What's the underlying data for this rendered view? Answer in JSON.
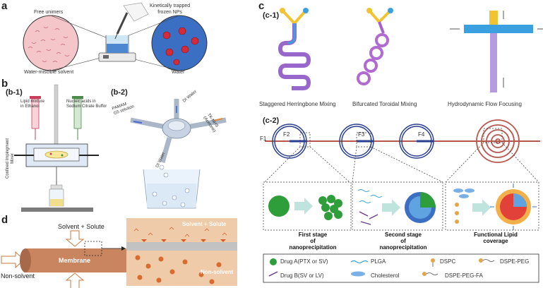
{
  "panels": {
    "a": {
      "letter": "a",
      "left_label": "Free unimers",
      "right_label": "Kinetically trapped\nfrozen NPs",
      "left_bottom": "Water-miscible solvent",
      "right_bottom": "Water"
    },
    "b": {
      "letter": "b",
      "b1": {
        "tag": "(b-1)",
        "lipid": "Lipid mixture\nin Ethanol",
        "nucleic": "Nucleic acids in\nSodium Citrate Buffor",
        "mixer": "Confined Impingment\nMixer"
      },
      "b2": {
        "tag": "(b-2)",
        "di_water_top": "DI Water",
        "pamam": "PAMAM\nG5 solution",
        "tk_nhs": "TK-NHS\n(Acetone)",
        "di_water_bottom": "DI Water"
      }
    },
    "c": {
      "letter": "c",
      "c1": {
        "tag": "(c-1)",
        "mix1": "Staggered Herringbone Mixing",
        "mix2": "Bifurcated Toroidal Mixing",
        "mix3": "Hydrodynamic Flow Focusing"
      },
      "c2": {
        "tag": "(c-2)",
        "f1": "F1",
        "f2": "F2",
        "f3": "F3",
        "f4": "F4",
        "stage1": "First stage\nof\nnanoprecipitation",
        "stage2": "Second stage\nof\nnanoprecipitation",
        "stage3": "Functional Lipid\ncoverage"
      },
      "legend": {
        "drug_a": "Drug A(PTX or SV)",
        "drug_b": "Drug B(SV or LV)",
        "plga": "PLGA",
        "cholesterol": "Cholesterol",
        "dspc": "DSPC",
        "dspe_peg_fa": "DSPE-PEG-FA",
        "dspe_peg": "DSPE-PEG"
      }
    },
    "d": {
      "letter": "d",
      "solvent_solute_top": "Solvent + Solute",
      "membrane": "Membrane",
      "non_solvent_left": "Non-solvent",
      "inset_title": "Solvent + Solute",
      "inset_non_solvent": "Non-solvent"
    }
  },
  "colors": {
    "water_blue": "#3a6fc4",
    "unimer_pink": "#f4c6c9",
    "np_red": "#d32b38",
    "membrane_brown": "#c98560",
    "channel_blue": "#2a3f8f",
    "channel_red": "#b8574e",
    "drug_green": "#2e9e3a",
    "focus_blue": "#3aa0e0",
    "focus_purple": "#9966cc"
  }
}
